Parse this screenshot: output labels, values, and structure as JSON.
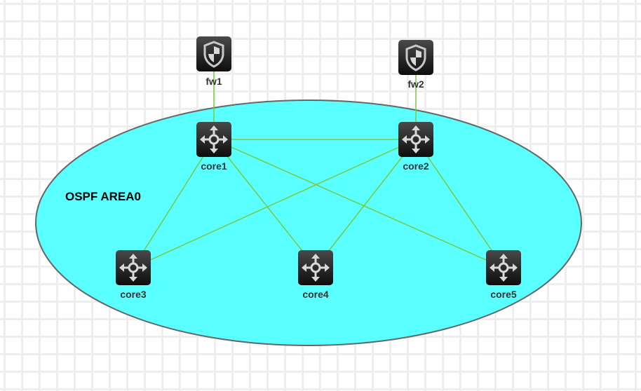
{
  "area": {
    "label": "OSPF AREA0",
    "fill": "#5affff",
    "stroke": "#666666"
  },
  "link_color": "#7ac943",
  "nodes": [
    {
      "id": "fw1",
      "label": "fw1",
      "type": "firewall"
    },
    {
      "id": "fw2",
      "label": "fw2",
      "type": "firewall"
    },
    {
      "id": "core1",
      "label": "core1",
      "type": "router"
    },
    {
      "id": "core2",
      "label": "core2",
      "type": "router"
    },
    {
      "id": "core3",
      "label": "core3",
      "type": "router"
    },
    {
      "id": "core4",
      "label": "core4",
      "type": "router"
    },
    {
      "id": "core5",
      "label": "core5",
      "type": "router"
    }
  ],
  "links": [
    [
      "fw1",
      "core1"
    ],
    [
      "fw2",
      "core2"
    ],
    [
      "core1",
      "core2"
    ],
    [
      "core1",
      "core3"
    ],
    [
      "core1",
      "core4"
    ],
    [
      "core1",
      "core5"
    ],
    [
      "core2",
      "core3"
    ],
    [
      "core2",
      "core4"
    ],
    [
      "core2",
      "core5"
    ]
  ]
}
